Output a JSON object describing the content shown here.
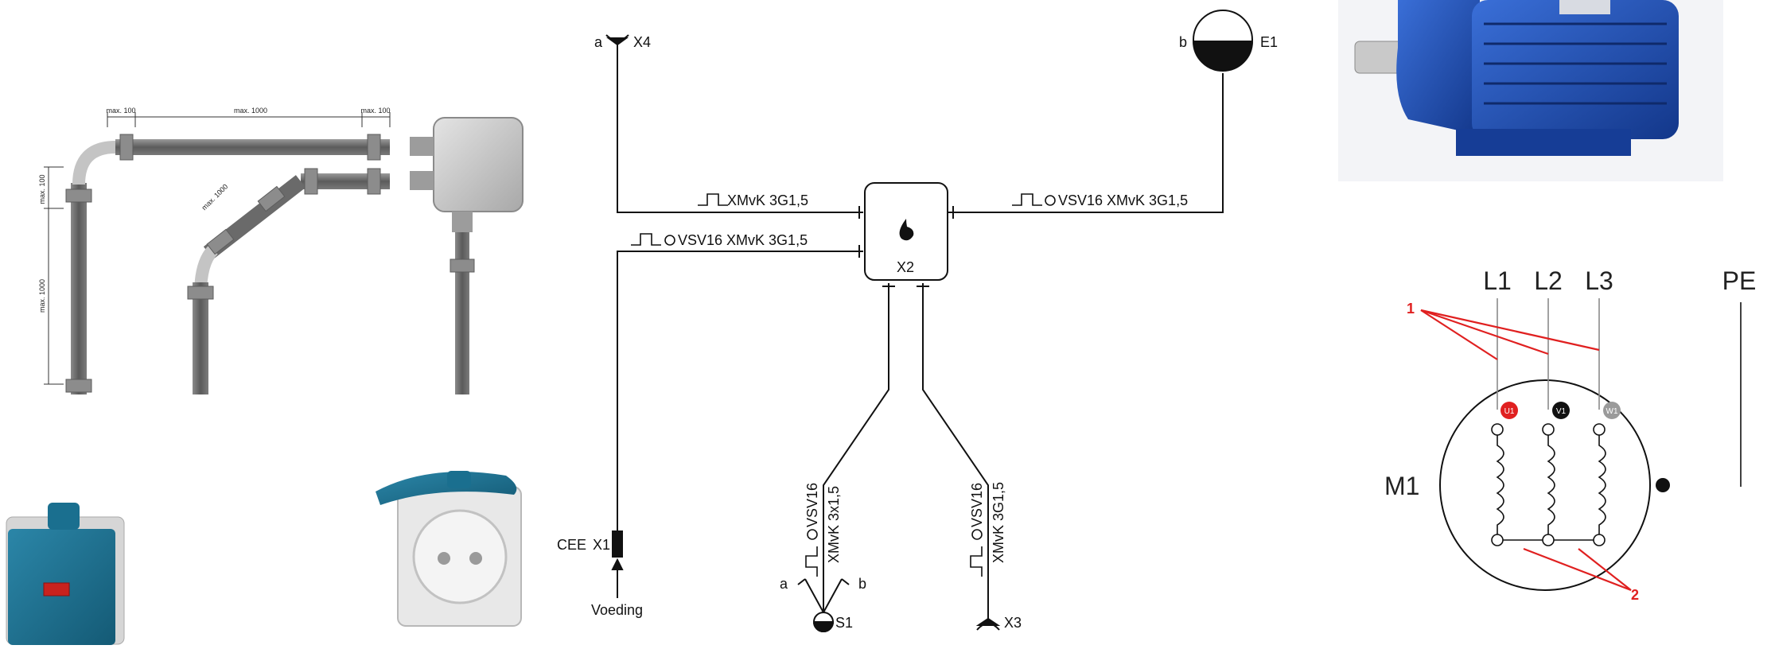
{
  "conduit": {
    "dim_top_left": "max. 100",
    "dim_top_mid": "max. 1000",
    "dim_top_right": "max. 100",
    "dim_side_short": "max. 100",
    "dim_side_long": "max. 1000",
    "dim_diag": "max. 1000"
  },
  "schematic": {
    "x4_a": "a",
    "x4_label": "X4",
    "e1_b": "b",
    "e1_label": "E1",
    "x2_label": "X2",
    "cable_x4": "XMvK 3G1,5",
    "cable_x1": "VSV16 XMvK 3G1,5",
    "cable_e1": "VSV16 XMvK 3G1,5",
    "s1_vsv": "VSV16",
    "s1_cable": "XMvK 3x1,5",
    "x3_vsv": "VSV16",
    "x3_cable": "XMvK 3G1,5",
    "cee": "CEE",
    "x1_label": "X1",
    "voeding": "Voeding",
    "s1_a": "a",
    "s1_b": "b",
    "s1_label": "S1",
    "x3_label": "X3"
  },
  "motor": {
    "l1": "L1",
    "l2": "L2",
    "l3": "L3",
    "pe": "PE",
    "m1": "M1",
    "u1": "U1",
    "v1": "V1",
    "w1": "W1",
    "callout1": "1",
    "callout2": "2"
  },
  "colors": {
    "motor_blue": "#1f4fb0",
    "switch_teal": "#1c6f8f",
    "callout_red": "#e02020",
    "pipe_gray": "#6e6e6e"
  }
}
